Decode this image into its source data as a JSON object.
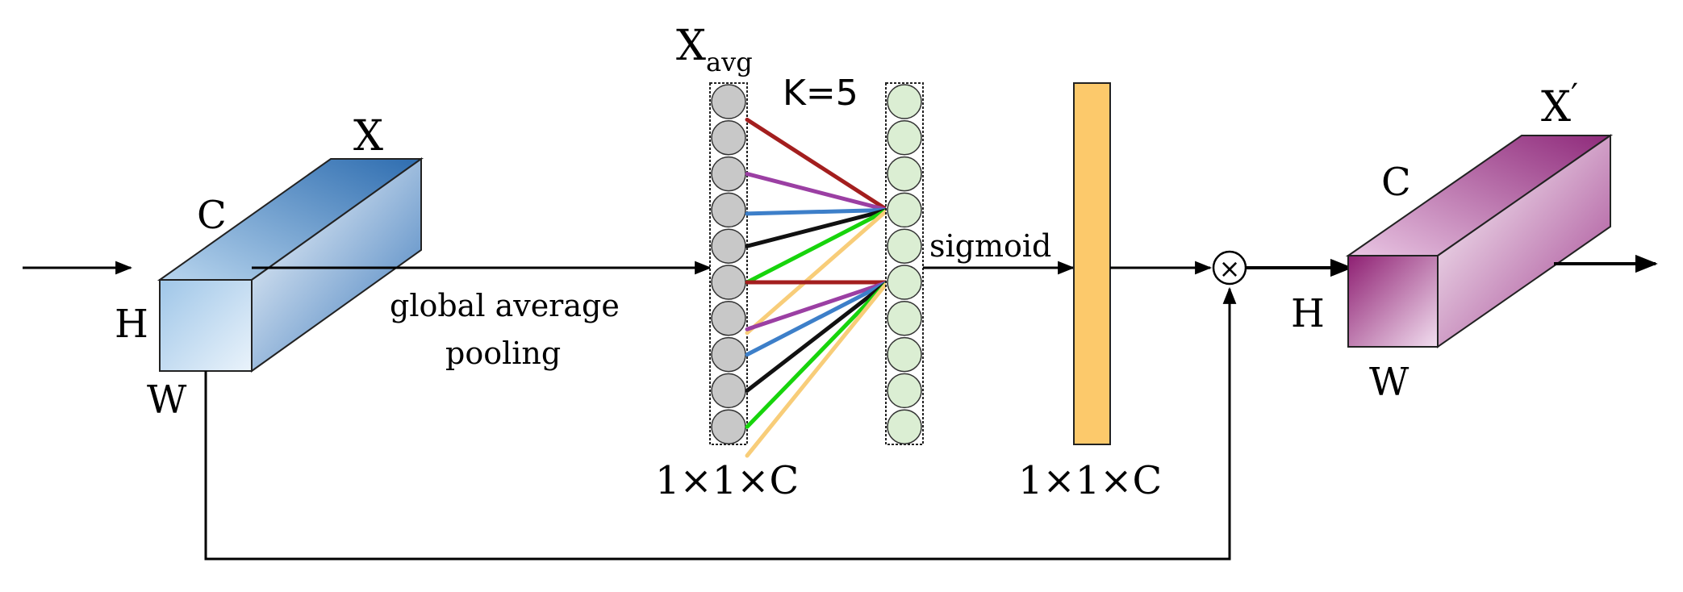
{
  "input_tensor": {
    "name": "X",
    "dims": {
      "c": "C",
      "h": "H",
      "w": "W"
    }
  },
  "pooling": {
    "line1": "global average",
    "line2": "pooling"
  },
  "avg_vector": {
    "base": "X",
    "subscript": "avg",
    "shape": "1×1×C"
  },
  "kernel": {
    "label": "K=5",
    "size": 5
  },
  "activation": {
    "label": "sigmoid"
  },
  "weights": {
    "shape": "1×1×C"
  },
  "multiply": {
    "symbol": "×"
  },
  "output_tensor": {
    "name": "X",
    "prime": "′",
    "dims": {
      "c": "C",
      "h": "H",
      "w": "W"
    }
  },
  "colors": {
    "input_front": "#c9e0f3",
    "input_top": "#4f8ac2",
    "input_side": "#5f95cb",
    "avg_circle": "#c8c8c8",
    "conv_circle": "#dbeed3",
    "weights_bar": "#fcc96b",
    "output_front": "#a2307f",
    "output_top": "#a85697",
    "output_side": "#b063a0",
    "conn_colors": [
      "#a31e1e",
      "#9b3fa3",
      "#3d7fc9",
      "#111111",
      "#17d40c",
      "#f8cd79"
    ]
  }
}
